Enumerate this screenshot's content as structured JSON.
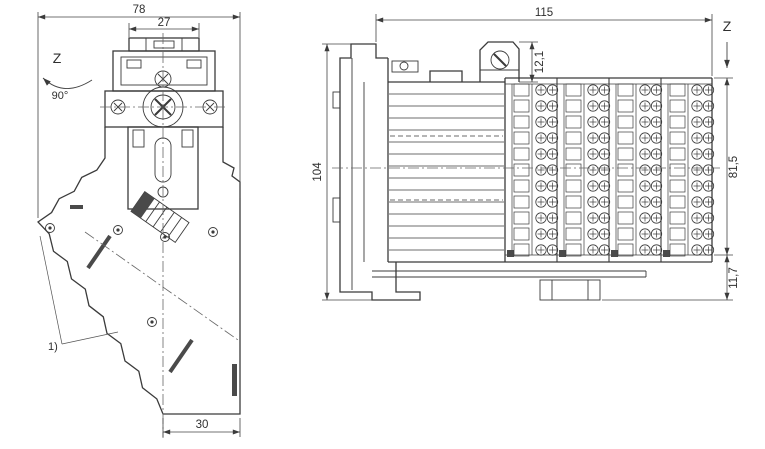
{
  "drawing": {
    "labels": {
      "z_left": "Z",
      "z_right": "Z",
      "rotation_angle": "90°",
      "footnote": "1)"
    },
    "dimensions": {
      "overall_width_front": "78",
      "connector_width": "27",
      "foot_width": "30",
      "overall_width_side": "115",
      "overall_height": "104",
      "terminal_block_height": "81,5",
      "foot_height": "11,7",
      "top_clamp_height": "12,1"
    },
    "terminal_grid": {
      "strips": 4,
      "rows": 11
    },
    "stack": {
      "lamination_lines": 14
    },
    "colors": {
      "line": "#3b3b3b",
      "dark_fill": "#4a4a4a",
      "background": "#ffffff"
    }
  }
}
